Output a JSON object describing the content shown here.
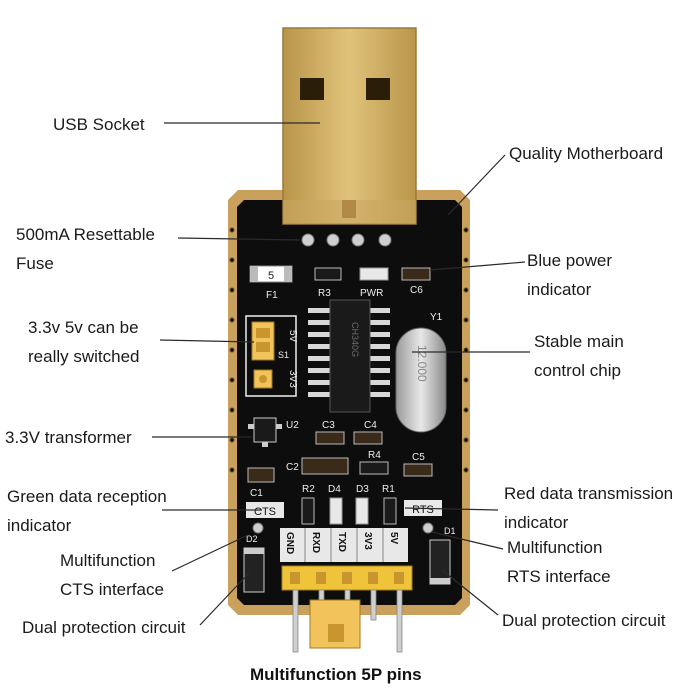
{
  "labels": {
    "usb_socket": "USB Socket",
    "quality_motherboard": "Quality Motherboard",
    "resettable_fuse": "500mA Resettable\nFuse",
    "blue_power_indicator": "Blue power\nindicator",
    "switch_33v_5v": "3.3v 5v can be\nreally switched",
    "main_chip": "Stable main\ncontrol chip",
    "transformer_33v": "3.3V transformer",
    "green_rx_indicator": "Green data reception\nindicator",
    "red_tx_indicator": "Red data transmission\nindicator",
    "cts_interface": "Multifunction\nCTS interface",
    "rts_interface": "Multifunction\nRTS interface",
    "protection_left": "Dual protection circuit",
    "protection_right": "Dual protection circuit",
    "pins_title": "Multifunction 5P pins"
  },
  "silkscreen": {
    "f1": "F1",
    "r3": "R3",
    "pwr": "PWR",
    "c6": "C6",
    "y1": "Y1",
    "c3": "C3",
    "c4": "C4",
    "u2": "U2",
    "c2": "C2",
    "r4": "R4",
    "c5": "C5",
    "c1": "C1",
    "r2": "R2",
    "d4": "D4",
    "d3": "D3",
    "r1": "R1",
    "cts": "CTS",
    "rts": "RTS",
    "d1": "D1",
    "d2": "D2",
    "s1": "S1",
    "sw_5v": "5V",
    "sw_3v3": "3V3",
    "fuse_code": "5",
    "chip_text": "CH340G",
    "crystal_text": "12.000",
    "pin_gnd": "GND",
    "pin_rxd": "RXD",
    "pin_txd": "TXD",
    "pin_3v3": "3V3",
    "pin_5v": "5V"
  },
  "colors": {
    "pcb": "#0d0d0d",
    "gold_border": "#c9a05c",
    "usb_gold": "#d4b56a",
    "leader_line": "#2a2a2a",
    "jumper": "#f2c35a",
    "pin_header": "#f0c43a"
  }
}
